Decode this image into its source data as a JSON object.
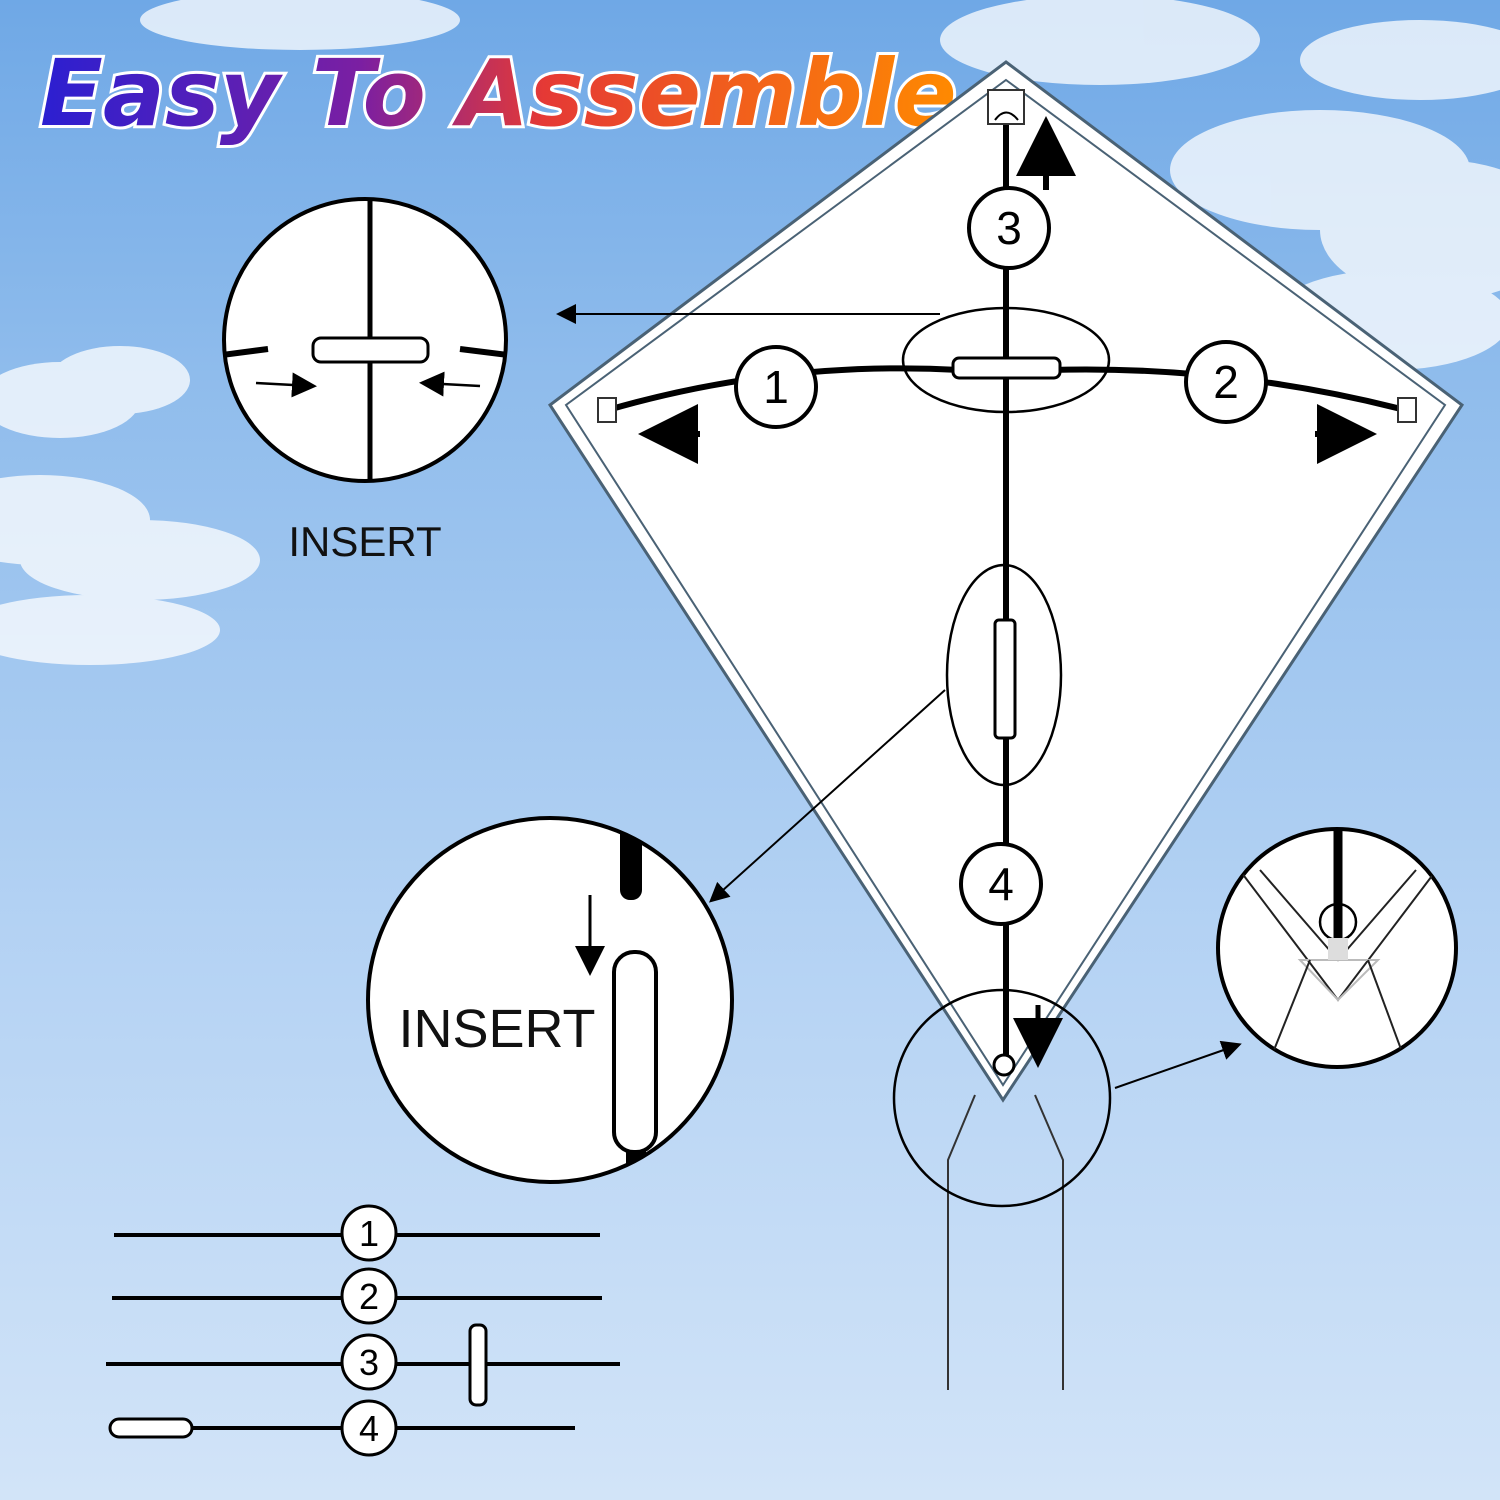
{
  "title": {
    "words": [
      {
        "text": "Easy"
      },
      {
        "text": "To"
      },
      {
        "text": "Assemble"
      }
    ],
    "colors": [
      "#2b1fd1",
      "#7b1fa2",
      "#e53935",
      "#ff8a00"
    ]
  },
  "kite": {
    "parts": {
      "p1": "1",
      "p2": "2",
      "p3": "3",
      "p4": "4"
    }
  },
  "callouts": {
    "cross_insert_label": "INSERT",
    "spine_insert_label": "INSERT"
  },
  "legend": {
    "rods": [
      {
        "number": "1"
      },
      {
        "number": "2"
      },
      {
        "number": "3"
      },
      {
        "number": "4"
      }
    ]
  },
  "colors": {
    "sky_top": "#6fa8e6",
    "sky_bottom": "#d2e4f8",
    "kite_fill": "#ffffff",
    "kite_edge": "#4a6275",
    "line": "#000000"
  },
  "icons": [
    "arrow-icon",
    "circle-number-icon",
    "magnifier-circle-icon"
  ]
}
